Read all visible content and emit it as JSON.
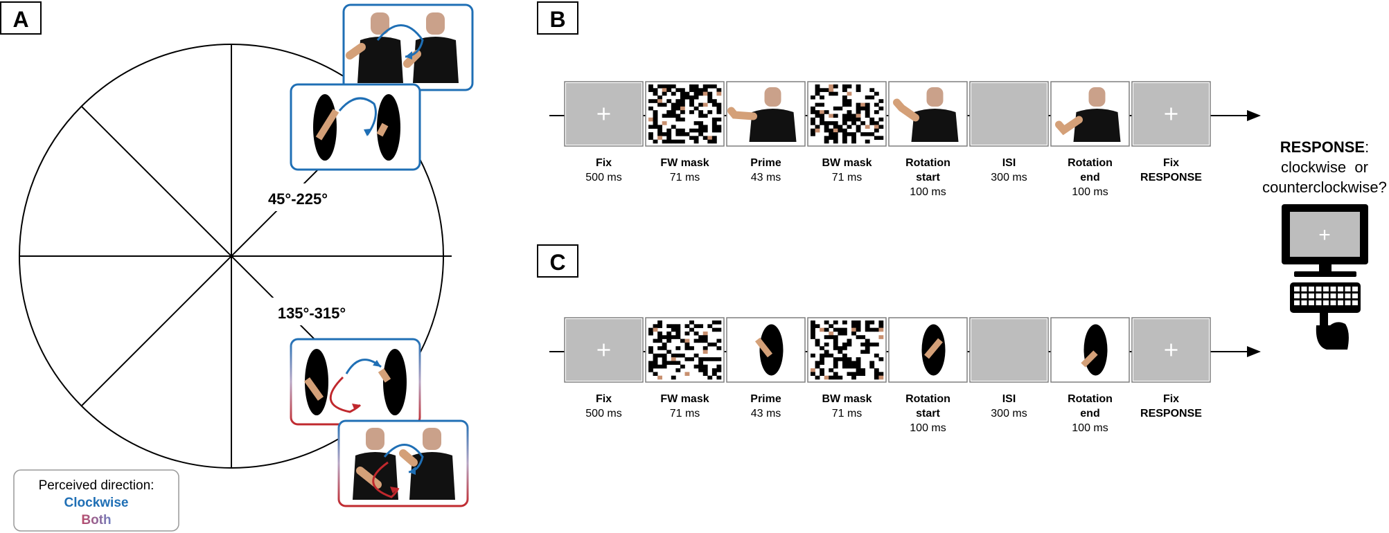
{
  "panels": {
    "a": {
      "letter": "A"
    },
    "b": {
      "letter": "B"
    },
    "c": {
      "letter": "C"
    }
  },
  "wheel": {
    "upper_range": "45°-225°",
    "lower_range": "135°-315°"
  },
  "legend": {
    "title": "Perceived direction:",
    "clockwise": "Clockwise",
    "both": "Both"
  },
  "colors": {
    "clockwise": "#1f6fb5",
    "counterclockwise": "#c0282d",
    "screen_gray": "#bdbdbd",
    "skin": "#d4a078"
  },
  "trial_b": {
    "frames": [
      {
        "icon": "fixation-cross",
        "label1": "Fix",
        "label2": "500 ms",
        "label3": ""
      },
      {
        "icon": "random-noise-mask",
        "label1": "FW mask",
        "label2": "71 ms",
        "label3": ""
      },
      {
        "icon": "human-arm-prime",
        "label1": "Prime",
        "label2": "43 ms",
        "label3": ""
      },
      {
        "icon": "random-noise-mask",
        "label1": "BW mask",
        "label2": "71 ms",
        "label3": ""
      },
      {
        "icon": "human-arm-start",
        "label1": "Rotation",
        "label2": "start",
        "label3": "100 ms"
      },
      {
        "icon": "blank-screen",
        "label1": "ISI",
        "label2": "300 ms",
        "label3": ""
      },
      {
        "icon": "human-arm-end",
        "label1": "Rotation",
        "label2": "end",
        "label3": "100 ms"
      },
      {
        "icon": "fixation-cross",
        "label1": "Fix",
        "label2": "RESPONSE",
        "label3": ""
      }
    ]
  },
  "trial_c": {
    "frames": [
      {
        "icon": "fixation-cross",
        "label1": "Fix",
        "label2": "500 ms",
        "label3": ""
      },
      {
        "icon": "random-noise-mask",
        "label1": "FW mask",
        "label2": "71 ms",
        "label3": ""
      },
      {
        "icon": "oval-stick-prime",
        "label1": "Prime",
        "label2": "43 ms",
        "label3": ""
      },
      {
        "icon": "random-noise-mask",
        "label1": "BW mask",
        "label2": "71 ms",
        "label3": ""
      },
      {
        "icon": "oval-stick-start",
        "label1": "Rotation",
        "label2": "start",
        "label3": "100 ms"
      },
      {
        "icon": "blank-screen",
        "label1": "ISI",
        "label2": "300 ms",
        "label3": ""
      },
      {
        "icon": "oval-stick-end",
        "label1": "Rotation",
        "label2": "end",
        "label3": "100 ms"
      },
      {
        "icon": "fixation-cross",
        "label1": "Fix",
        "label2": "RESPONSE",
        "label3": ""
      }
    ]
  },
  "response": {
    "heading": "RESPONSE",
    "punct": ":",
    "line2": "clockwise  or",
    "line3": "counterclockwise?"
  }
}
